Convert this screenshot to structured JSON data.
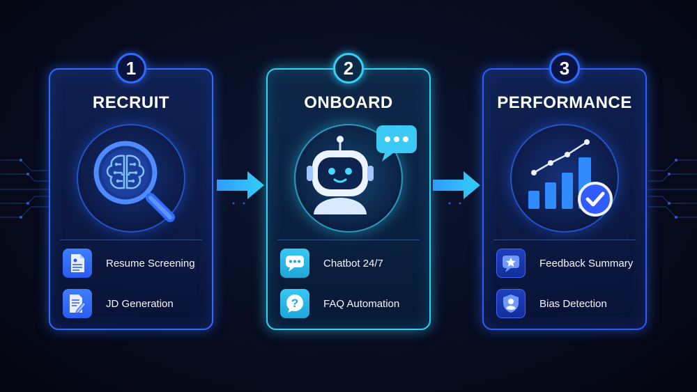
{
  "steps": [
    {
      "number": "1",
      "title": "RECRUIT",
      "hero_icon": "brain-magnifier-icon",
      "items": [
        {
          "label": "Resume Screening",
          "icon": "document-icon"
        },
        {
          "label": "JD Generation",
          "icon": "document-edit-icon"
        }
      ]
    },
    {
      "number": "2",
      "title": "ONBOARD",
      "hero_icon": "robot-chat-icon",
      "items": [
        {
          "label": "Chatbot 24/7",
          "icon": "chat-bubble-icon"
        },
        {
          "label": "FAQ Automation",
          "icon": "question-bubble-icon"
        }
      ]
    },
    {
      "number": "3",
      "title": "PERFORMANCE",
      "hero_icon": "growth-chart-check-icon",
      "items": [
        {
          "label": "Feedback Summary",
          "icon": "star-feedback-icon"
        },
        {
          "label": "Bias Detection",
          "icon": "shield-person-icon"
        }
      ]
    }
  ],
  "colors": {
    "blue_accent": "#2f6bff",
    "cyan_accent": "#35d0f5",
    "background": "#070b1d"
  }
}
